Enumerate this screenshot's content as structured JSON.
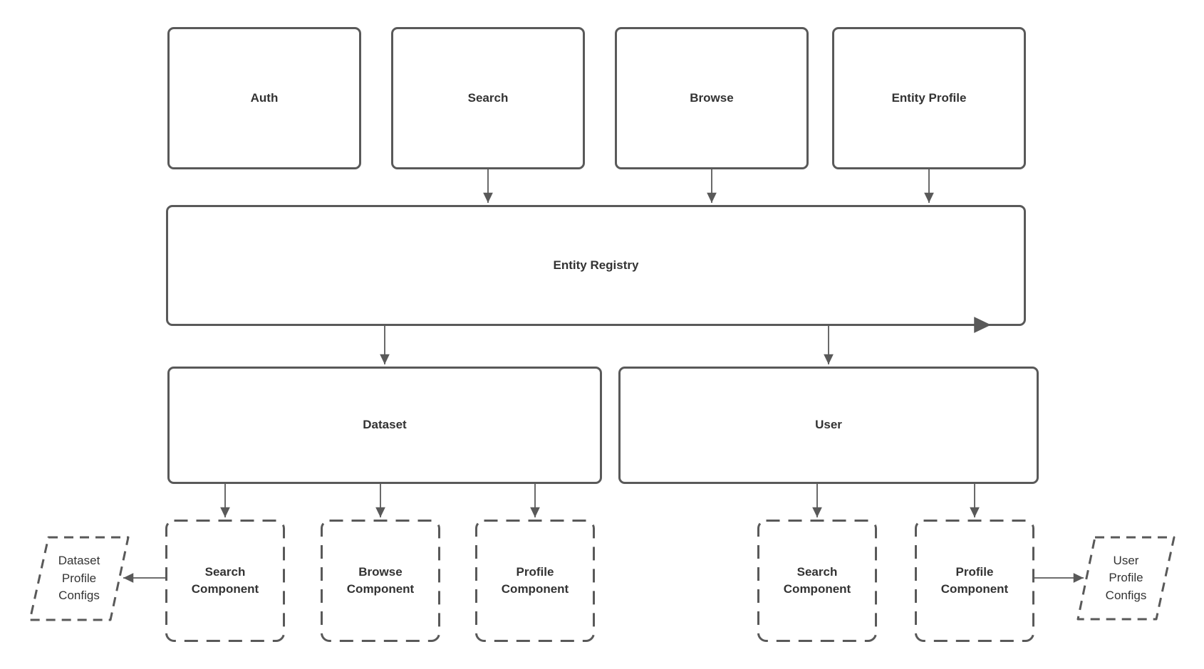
{
  "diagram": {
    "colors": {
      "stroke": "#595959",
      "text": "#333333",
      "background": "#ffffff"
    },
    "nodes": {
      "auth": {
        "label": "Auth",
        "shape": "rounded-box"
      },
      "search": {
        "label": "Search",
        "shape": "rounded-box"
      },
      "browse": {
        "label": "Browse",
        "shape": "rounded-box"
      },
      "entity_profile": {
        "label": "Entity Profile",
        "shape": "rounded-box"
      },
      "entity_registry": {
        "label": "Entity Registry",
        "shape": "rounded-box"
      },
      "dataset": {
        "label": "Dataset",
        "shape": "rounded-box"
      },
      "user": {
        "label": "User",
        "shape": "rounded-box"
      },
      "dataset_search_component": {
        "label": "Search Component",
        "shape": "dashed-box"
      },
      "dataset_browse_component": {
        "label": "Browse Component",
        "shape": "dashed-box"
      },
      "dataset_profile_component": {
        "label": "Profile Component",
        "shape": "dashed-box"
      },
      "user_search_component": {
        "label": "Search Component",
        "shape": "dashed-box"
      },
      "user_profile_component": {
        "label": "Profile Component",
        "shape": "dashed-box"
      },
      "dataset_profile_configs": {
        "label": "Dataset Profile Configs",
        "shape": "dashed-parallelogram"
      },
      "user_profile_configs": {
        "label": "User Profile Configs",
        "shape": "dashed-parallelogram"
      }
    },
    "edges": [
      {
        "from": "search",
        "to": "entity_registry",
        "direction": "down"
      },
      {
        "from": "browse",
        "to": "entity_registry",
        "direction": "down"
      },
      {
        "from": "entity_profile",
        "to": "entity_registry",
        "direction": "down"
      },
      {
        "from": "entity_registry",
        "to": "dataset",
        "direction": "down"
      },
      {
        "from": "entity_registry",
        "to": "user",
        "direction": "down"
      },
      {
        "from": "entity_registry",
        "to": "entity_registry",
        "direction": "right-arrowhead-along-bottom-edge"
      },
      {
        "from": "dataset",
        "to": "dataset_search_component",
        "direction": "down"
      },
      {
        "from": "dataset",
        "to": "dataset_browse_component",
        "direction": "down"
      },
      {
        "from": "dataset",
        "to": "dataset_profile_component",
        "direction": "down"
      },
      {
        "from": "user",
        "to": "user_search_component",
        "direction": "down"
      },
      {
        "from": "user",
        "to": "user_profile_component",
        "direction": "down"
      },
      {
        "from": "dataset_search_component",
        "to": "dataset_profile_configs",
        "direction": "left"
      },
      {
        "from": "user_profile_component",
        "to": "user_profile_configs",
        "direction": "right"
      }
    ]
  }
}
